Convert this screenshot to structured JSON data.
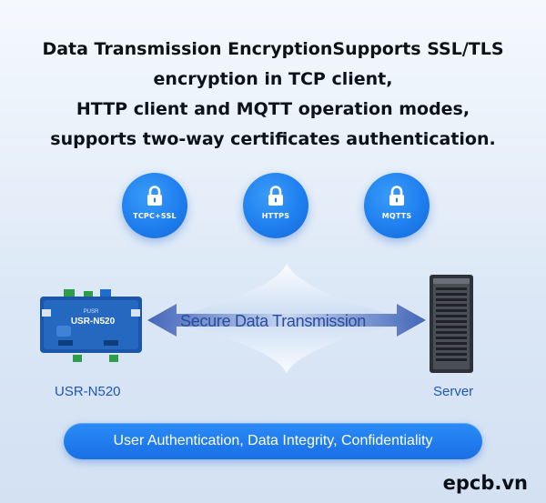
{
  "headline": {
    "line1": "Data Transmission EncryptionSupports SSL/TLS",
    "line2": "encryption in TCP client,",
    "line3": "HTTP client and MQTT operation modes,",
    "line4": "supports two-way certificates authentication."
  },
  "badges": [
    {
      "label": "TCPC+SSL",
      "icon": "lock-icon"
    },
    {
      "label": "HTTPS",
      "icon": "lock-icon"
    },
    {
      "label": "MQTTS",
      "icon": "lock-icon"
    }
  ],
  "diagram": {
    "beam_text": "Secure Data Transmission",
    "device_label": "USR-N520",
    "device_brand": "PUSR",
    "device_model": "USR-N520",
    "server_label": "Server"
  },
  "features_pill": "User Authentication, Data Integrity, Confidentiality",
  "site": "epcb.vn",
  "colors": {
    "accent": "#1f7ff0",
    "label_blue": "#1d56b8",
    "arrow_blue": "#2a4aa0"
  }
}
